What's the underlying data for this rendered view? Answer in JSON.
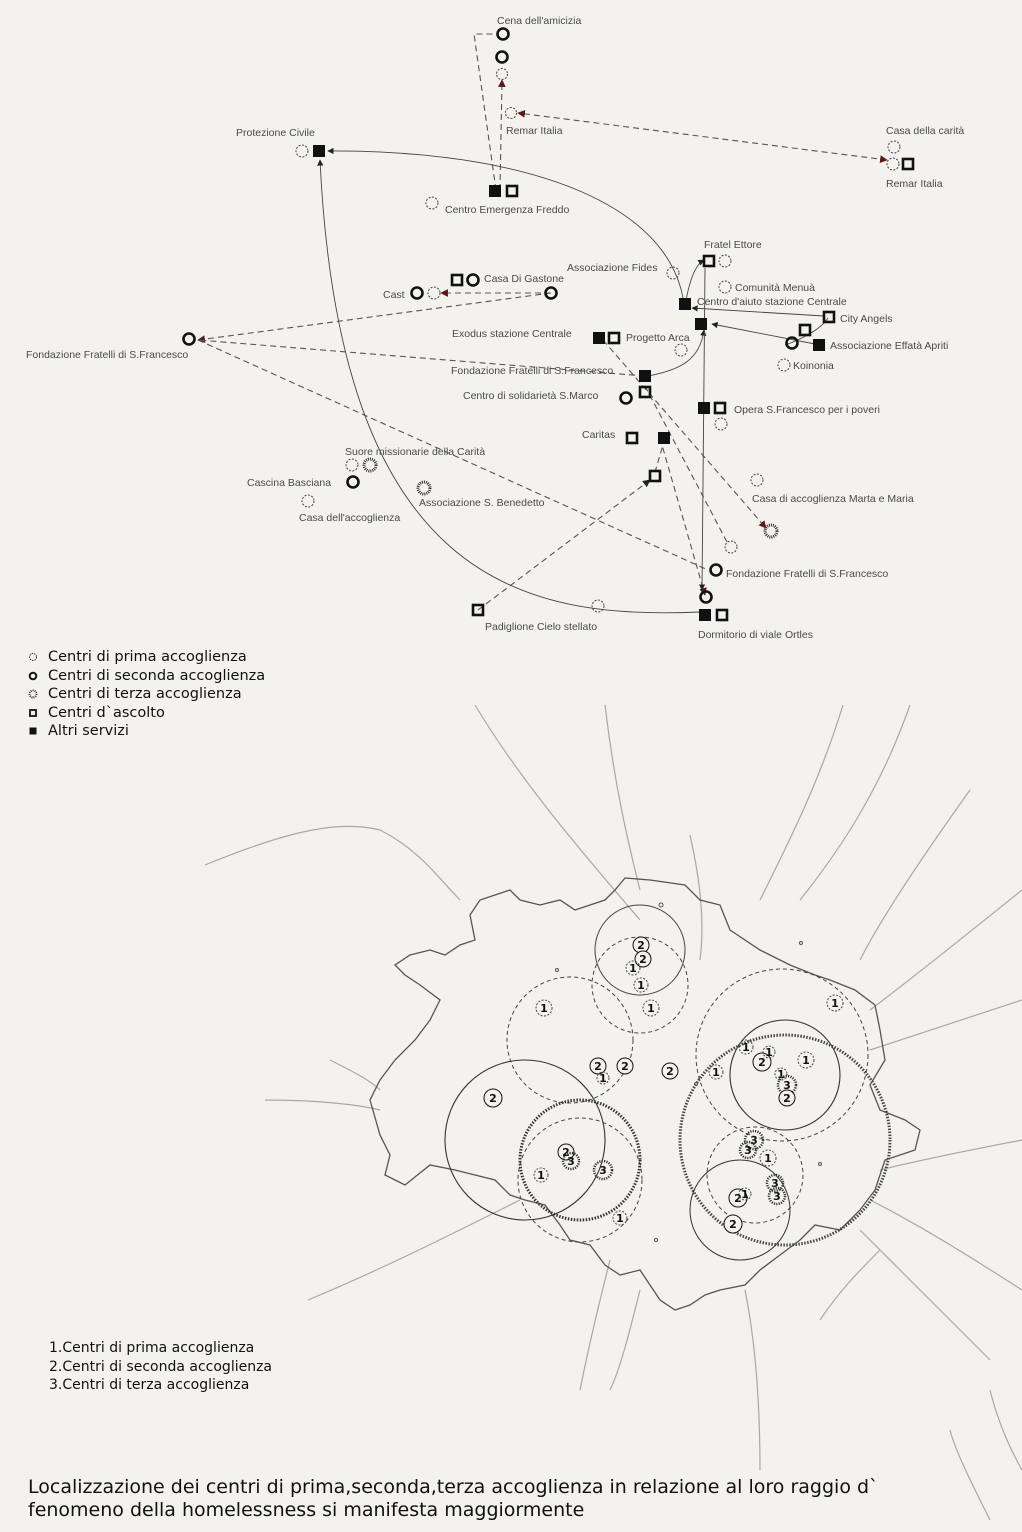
{
  "network": {
    "labels": {
      "cena": "Cena dell'amicizia",
      "remar_center": "Remar Italia",
      "protezione": "Protezione Civile",
      "casa_carita": "Casa della carità",
      "remar_right": "Remar Italia",
      "centro_emergenza": "Centro Emergenza Freddo",
      "fratel_ettore": "Fratel Ettore",
      "fides": "Associazione Fides",
      "menua": "Comunità Menuà",
      "casa_gastone": "Casa Di Gastone",
      "cast": "Cast",
      "centro_aiuto": "Centro d'aiuto stazione Centrale",
      "city_angels": "City Angels",
      "exodus": "Exodus stazione Centrale",
      "progetto_arca": "Progetto Arca",
      "effata": "Associazione Effatà Apriti",
      "fondazione_left": "Fondazione Fratelli di S.Francesco",
      "koinonia": "Koinonia",
      "fondazione_mid": "Fondazione Fratelli di S.Francesco",
      "solidarieta": "Centro di solidarietà S.Marco",
      "opera": "Opera S.Francesco per i poveri",
      "caritas": "Caritas",
      "suore": "Suore missionarie della Carità",
      "cascina": "Cascina Basciana",
      "benedetto": "Associazione S. Benedetto",
      "casa_accoglienza": "Casa dell'accoglienza",
      "marta_maria": "Casa di accoglienza Marta e Maria",
      "fondazione_right": "Fondazione Fratelli di S.Francesco",
      "padiglione": "Padiglione Cielo stellato",
      "dormitorio": "Dormitorio di viale Ortles"
    }
  },
  "legend": [
    {
      "symbol": "prima",
      "label": "Centri di prima accoglienza"
    },
    {
      "symbol": "seconda",
      "label": "Centri di seconda accoglienza"
    },
    {
      "symbol": "terza",
      "label": "Centri di terza accoglienza"
    },
    {
      "symbol": "ascolto",
      "label": "Centri d`ascolto"
    },
    {
      "symbol": "altri",
      "label": "Altri servizi"
    }
  ],
  "map_legend": [
    "1.Centri di prima accoglienza",
    "2.Centri di seconda accoglienza",
    "3.Centri di terza accoglienza"
  ],
  "caption": {
    "line1": "Localizzazione dei centri di prima,seconda,terza accoglienza in relazione al loro raggio d`",
    "line2": "fenomeno della homelessness si  manifesta maggiormente"
  },
  "colors": {
    "background": "#f3f2ee",
    "ink": "#111111",
    "arrow_dark_red": "#5a1a1a",
    "map_roads": "#a8a8a8"
  }
}
